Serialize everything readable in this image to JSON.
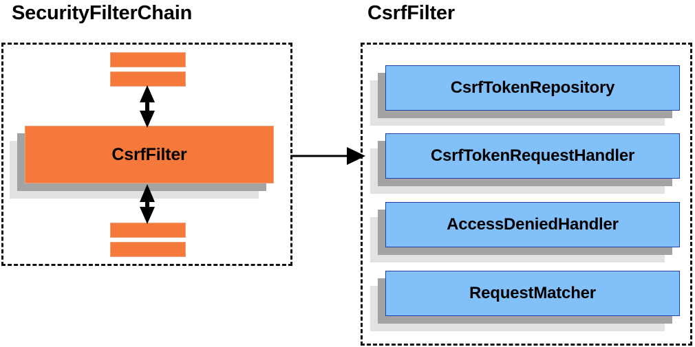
{
  "diagram": {
    "title_left": "SecurityFilterChain",
    "title_right": "CsrfFilter",
    "background_color": "#ffffff",
    "palette": {
      "orange_fill": "#f4793b",
      "orange_border": "#eda078",
      "blue_fill": "#82c0fa",
      "blue_border": "#1c3faa",
      "shadow_near": "#a3a3a3",
      "shadow_far": "#e2e2e2",
      "outline": "#111111",
      "text": "#000000"
    }
  },
  "left_panel": {
    "title": "SecurityFilterChain",
    "border_style": "dashed",
    "filters_above": [
      {
        "label": "",
        "kind": "filter-bar"
      },
      {
        "label": "",
        "kind": "filter-bar"
      }
    ],
    "highlight_filter": {
      "label": "CsrfFilter",
      "kind": "filter-block",
      "color": "#f4793b"
    },
    "filters_below": [
      {
        "label": "",
        "kind": "filter-bar"
      },
      {
        "label": "",
        "kind": "filter-bar"
      }
    ],
    "connectors": [
      {
        "name": "chain-up",
        "type": "double-headed-vertical-arrow"
      },
      {
        "name": "chain-down",
        "type": "double-headed-vertical-arrow"
      }
    ]
  },
  "right_panel": {
    "title": "CsrfFilter",
    "border_style": "dashed",
    "collaborators": [
      {
        "label": "CsrfTokenRepository",
        "color": "#82c0fa"
      },
      {
        "label": "CsrfTokenRequestHandler",
        "color": "#82c0fa"
      },
      {
        "label": "AccessDeniedHandler",
        "color": "#82c0fa"
      },
      {
        "label": "RequestMatcher",
        "color": "#82c0fa"
      }
    ]
  },
  "cross_link": {
    "name": "csrffilter-expansion-arrow",
    "type": "single-headed-horizontal-arrow",
    "from": "CsrfFilter",
    "to": "CsrfFilter detail panel",
    "label": ""
  }
}
